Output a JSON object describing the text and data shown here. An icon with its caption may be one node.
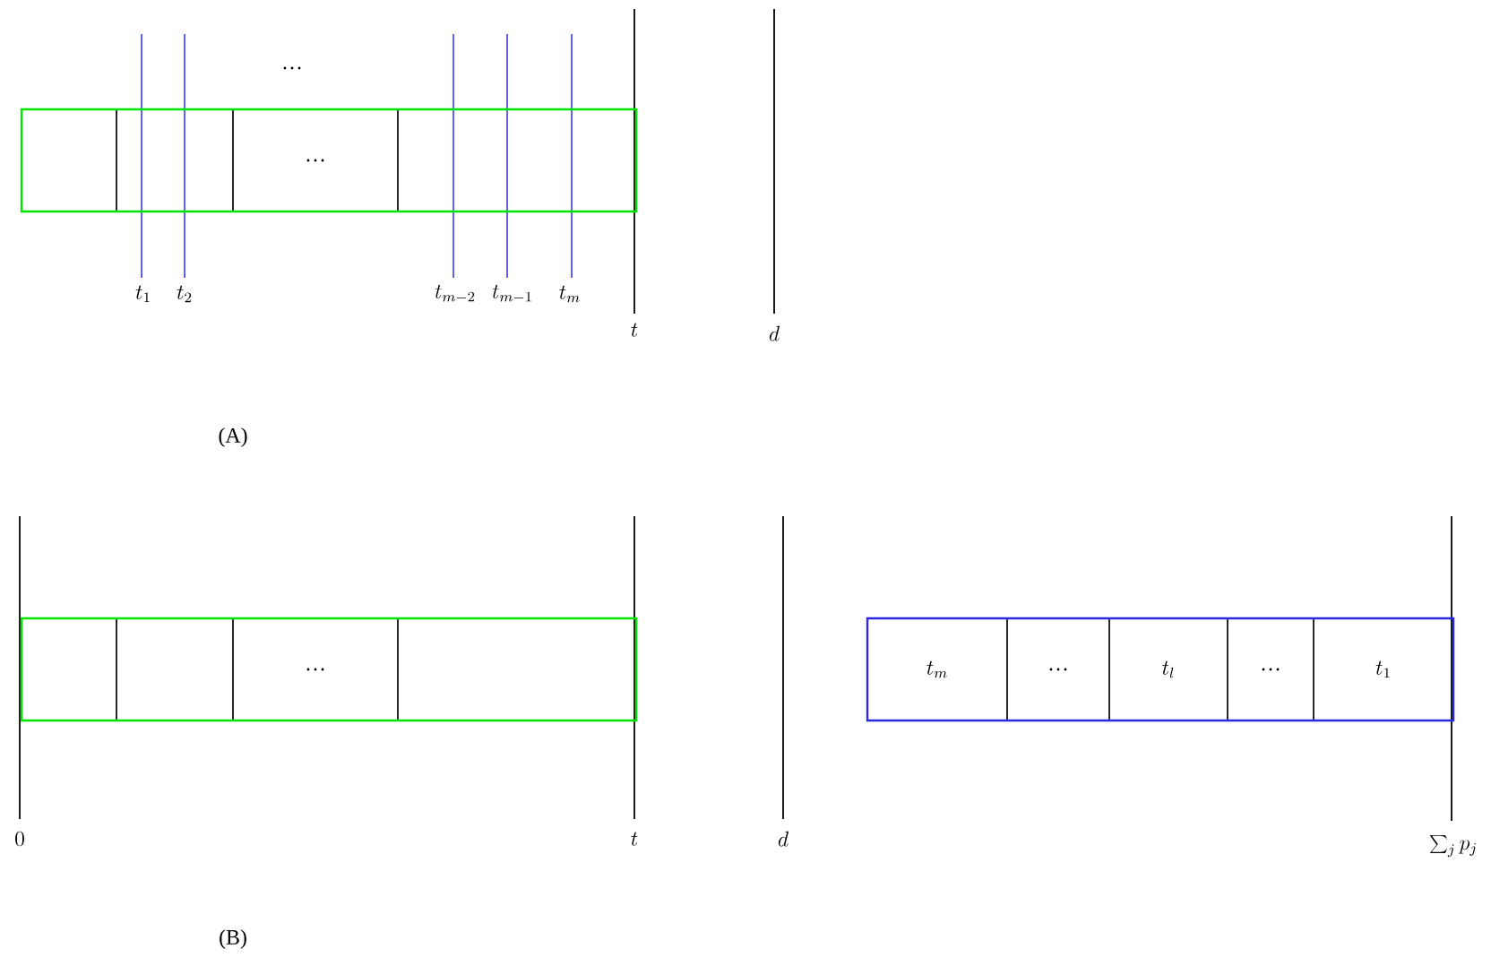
{
  "diagram": {
    "nodes": [
      {
        "text": [],
        "shape": "box"
      },
      {
        "text": [],
        "shape": "box"
      },
      {
        "text": [
          "…"
        ]
      },
      {
        "text": [],
        "shape": "box"
      },
      {
        "text": [],
        "shape": "box"
      },
      {
        "text": [],
        "shape": "box"
      },
      {
        "text": [
          "…"
        ]
      },
      {
        "text": [],
        "shape": "box"
      },
      {
        "text": [
          "t_m"
        ]
      },
      {
        "text": [
          "…"
        ]
      },
      {
        "text": [
          "t_l"
        ]
      },
      {
        "text": [
          "…"
        ]
      },
      {
        "text": [
          "t_1"
        ]
      }
    ],
    "labels": [
      "…",
      "t_1",
      "t_2",
      "t_{m-2}",
      "t_{m-1}",
      "t_m",
      "t",
      "d",
      "(A)",
      "0",
      "t",
      "d",
      "\\sum_j p_j",
      "(B)"
    ]
  }
}
